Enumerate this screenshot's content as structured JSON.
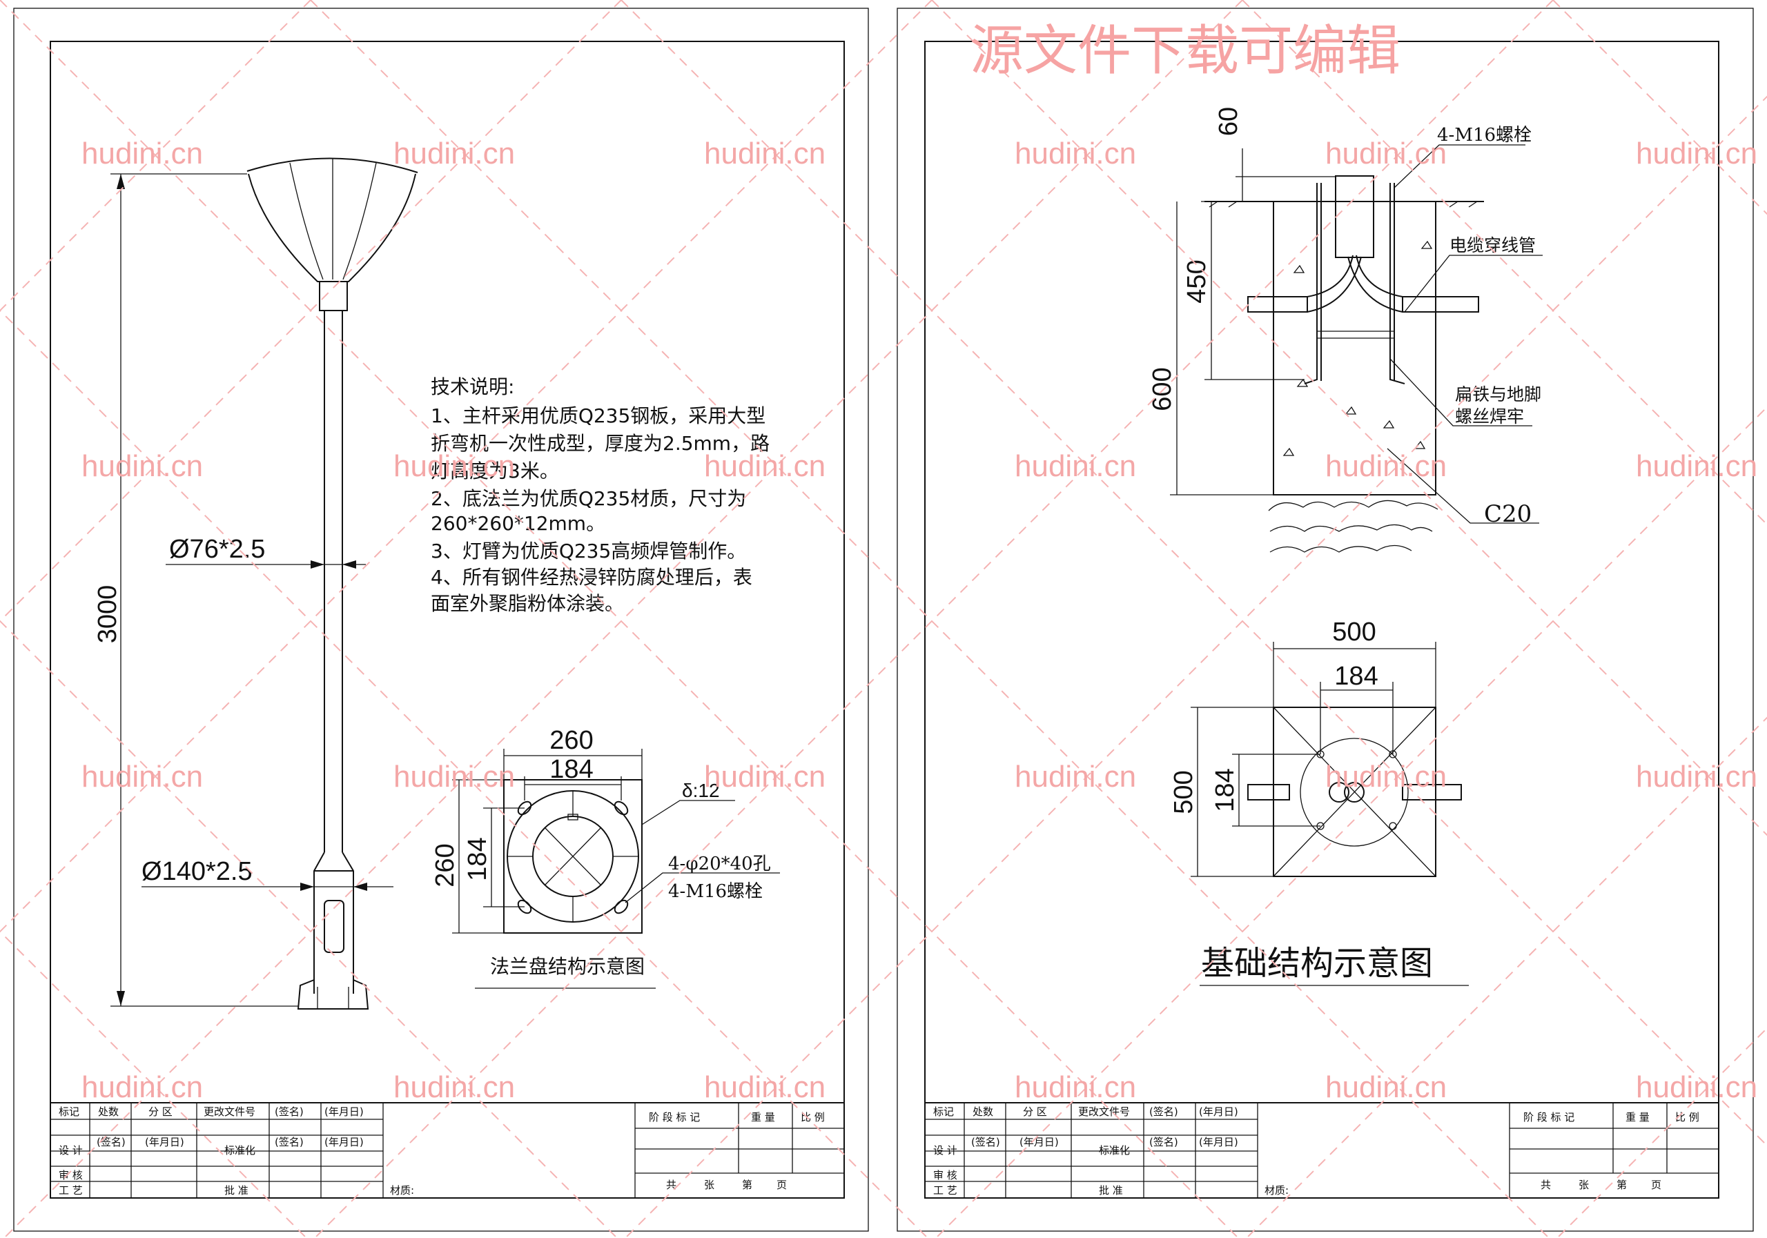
{
  "watermark": {
    "site": "hudini.cn",
    "banner": "源文件下载可编辑"
  },
  "pole_drawing": {
    "height_label": "3000",
    "upper_diameter": "Ø76*2.5",
    "base_diameter": "Ø140*2.5"
  },
  "tech_notes": {
    "heading": "技术说明:",
    "lines": [
      "1、主杆采用优质Q235钢板，采用大型",
      "折弯机一次性成型，厚度为2.5mm，路",
      "灯高度为3米。",
      "2、底法兰为优质Q235材质，尺寸为",
      "260*260*12mm。",
      "3、灯臂为优质Q235高频焊管制作。",
      "4、所有钢件经热浸锌防腐处理后，表",
      "面室外聚脂粉体涂装。"
    ]
  },
  "flange": {
    "outer": "260",
    "inner": "184",
    "thickness": "δ:12",
    "holes": "4-φ20*40孔",
    "bolts": "4-M16螺栓",
    "caption": "法兰盘结构示意图"
  },
  "foundation_section": {
    "dim_top": "60",
    "dim_mid": "450",
    "dim_total": "600",
    "bolts": "4-M16螺栓",
    "conduit": "电缆穿线管",
    "weld_note_1": "扁铁与地脚",
    "weld_note_2": "螺丝焊牢",
    "concrete": "C20"
  },
  "foundation_plan": {
    "width": "500",
    "inner_width": "184",
    "depth": "500",
    "inner_depth": "184"
  },
  "foundation_caption": "基础结构示意图",
  "title_block": {
    "mark": "标记",
    "count": "处数",
    "zone": "分 区",
    "change_doc": "更改文件号",
    "sign": "(签名)",
    "date": "(年月日)",
    "design": "设 计",
    "standard": "标准化",
    "review": "审 核",
    "process": "工 艺",
    "approve": "批 准",
    "material": "材质:",
    "stage_mark": "阶 段 标 记",
    "weight": "重 量",
    "scale": "比 例",
    "total": "共",
    "sheets": "张",
    "page": "第",
    "pages": "页"
  }
}
